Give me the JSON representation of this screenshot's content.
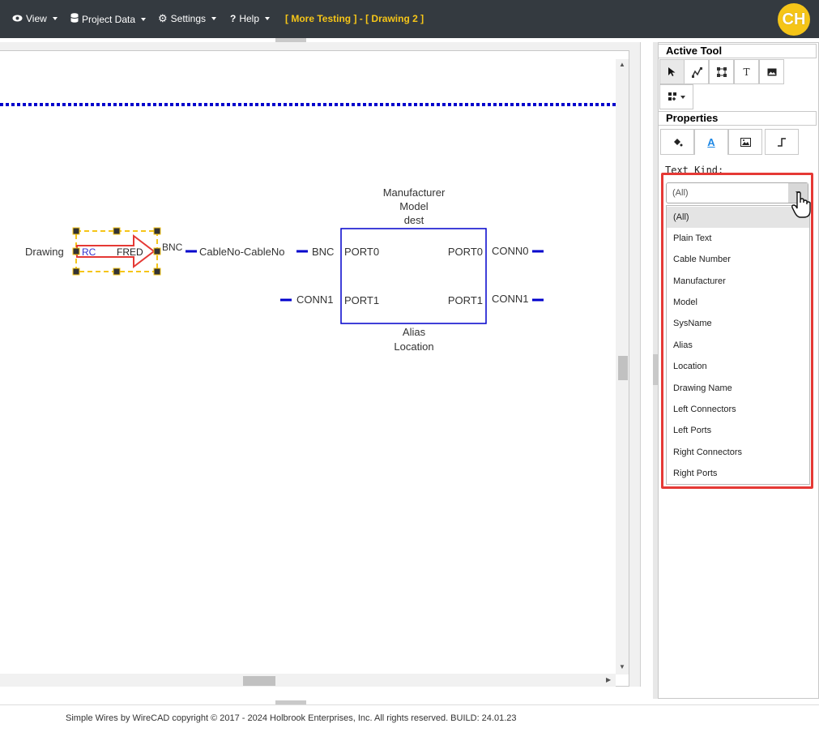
{
  "menu": {
    "view": "View",
    "project_data": "Project Data",
    "settings": "Settings",
    "help": "Help"
  },
  "document_title": "[ More Testing ] - [ Drawing 2 ]",
  "user_initials": "CH",
  "active_tool": {
    "heading": "Active Tool"
  },
  "properties": {
    "heading": "Properties",
    "text_kind_label": "Text Kind:",
    "selected": "(All)",
    "options": [
      "(All)",
      "Plain Text",
      "Cable Number",
      "Manufacturer",
      "Model",
      "SysName",
      "Alias",
      "Location",
      "Drawing Name",
      "Left Connectors",
      "Left Ports",
      "Right Connectors",
      "Right Ports"
    ]
  },
  "drawing": {
    "left_label": "Drawing",
    "rc_label": "RC",
    "fred_label": "FRED",
    "bnc_top": "BNC",
    "cable_label": "CableNo-CableNo",
    "bnc_right": "BNC",
    "conn1_left": "CONN1",
    "block_top": [
      "Manufacturer",
      "Model",
      "dest"
    ],
    "port0_left": "PORT0",
    "port0_right": "PORT0",
    "port1_left": "PORT1",
    "port1_right": "PORT1",
    "conn0_right": "CONN0",
    "conn1_right": "CONN1",
    "block_bottom": [
      "Alias",
      "Location"
    ]
  },
  "footer": {
    "text": "Simple Wires by WireCAD copyright © 2017 - 2024 Holbrook Enterprises, Inc. All rights reserved. BUILD: 24.01.23"
  },
  "colors": {
    "topbar": "#343a40",
    "accent": "#f5c518",
    "wire": "#0000cc",
    "highlight": "#e53935"
  }
}
